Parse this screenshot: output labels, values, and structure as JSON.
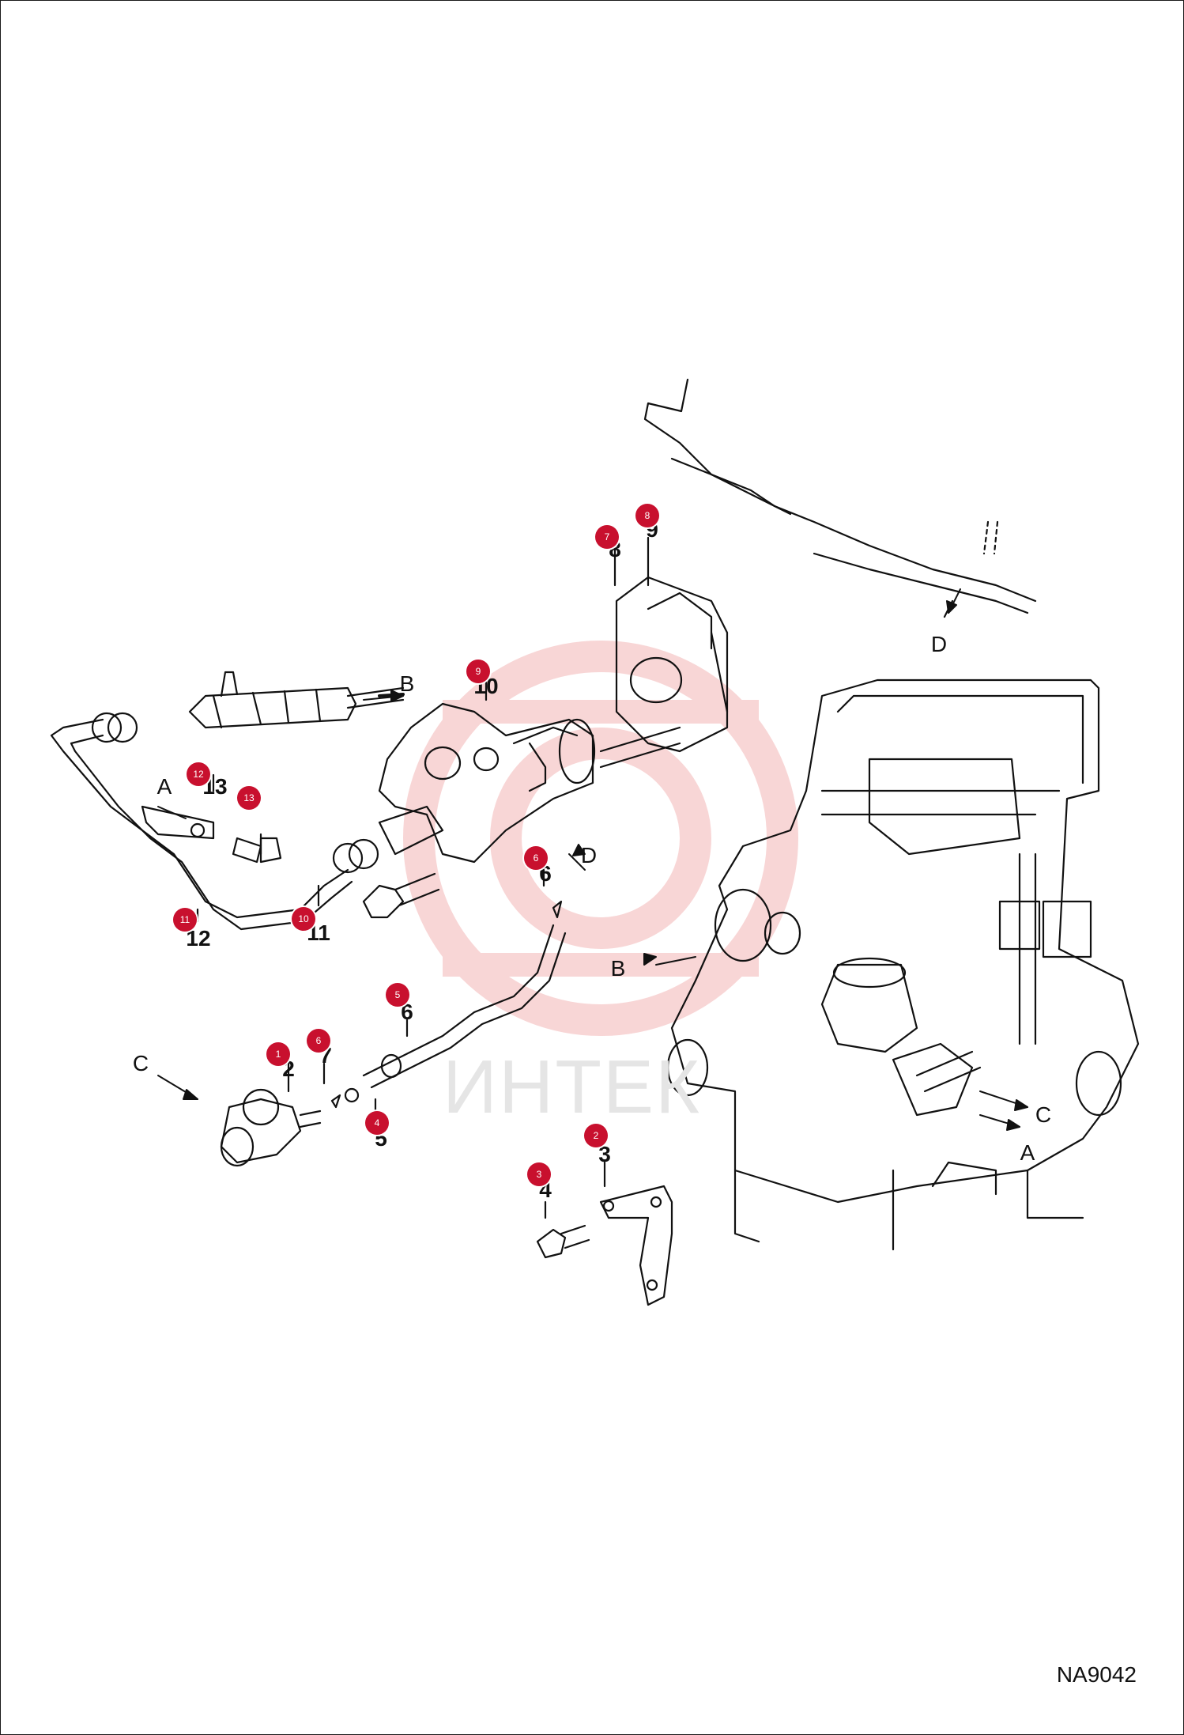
{
  "figure_code": "NA9042",
  "watermark": {
    "text": "ИНТЕК",
    "logo": "gear-logo-icon",
    "color": "#f5c6c6"
  },
  "accent_color": "#c8102e",
  "callouts": [
    {
      "id": "1",
      "label": "1",
      "part_number": "1"
    },
    {
      "id": "2",
      "label": "2",
      "part_number": "2"
    },
    {
      "id": "3",
      "label": "3",
      "part_number": "3"
    },
    {
      "id": "4",
      "label": "4",
      "part_number": "4"
    },
    {
      "id": "5",
      "label": "5",
      "part_number": "5"
    },
    {
      "id": "6a",
      "label": "6",
      "part_number": "6"
    },
    {
      "id": "6b",
      "label": "6",
      "part_number": "6"
    },
    {
      "id": "7",
      "label": "7",
      "part_number": "7"
    },
    {
      "id": "8",
      "label": "8",
      "part_number": "8"
    },
    {
      "id": "9",
      "label": "9",
      "part_number": "9"
    },
    {
      "id": "10",
      "label": "10",
      "part_number": "10"
    },
    {
      "id": "11",
      "label": "11",
      "part_number": "11"
    },
    {
      "id": "12",
      "label": "12",
      "part_number": "12"
    },
    {
      "id": "13",
      "label": "13",
      "part_number": "13"
    }
  ],
  "reference_letters": [
    "A",
    "B",
    "C",
    "D",
    "A",
    "B",
    "C",
    "D"
  ]
}
